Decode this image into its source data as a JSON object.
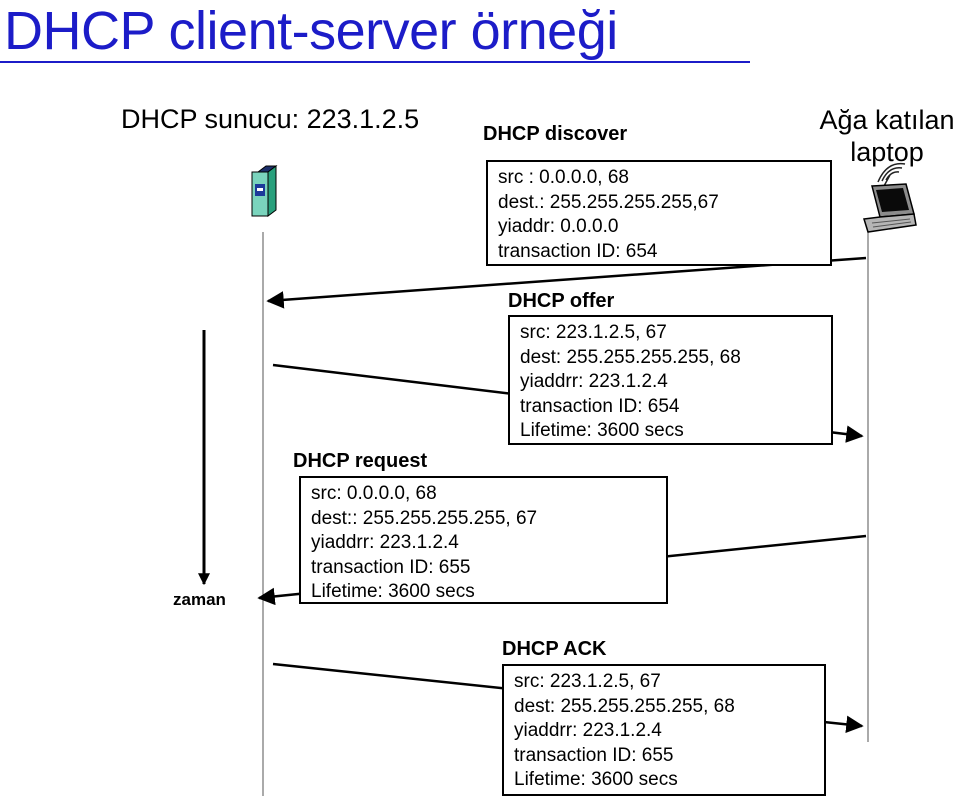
{
  "title": "DHCP client-server örneği",
  "server_label": "DHCP sunucu: 223.1.2.5",
  "client_label_line1": "Ağa katılan",
  "client_label_line2": "laptop",
  "time_label": "zaman",
  "messages": {
    "discover": {
      "title": "DHCP discover",
      "lines": [
        "src : 0.0.0.0, 68",
        "dest.: 255.255.255.255,67",
        "yiaddr:    0.0.0.0",
        "transaction ID: 654"
      ]
    },
    "offer": {
      "title": "DHCP offer",
      "lines": [
        "src: 223.1.2.5, 67",
        "dest:  255.255.255.255, 68",
        "yiaddrr: 223.1.2.4",
        "transaction ID: 654",
        "Lifetime: 3600 secs"
      ]
    },
    "request": {
      "title": "DHCP request",
      "lines": [
        "src:  0.0.0.0, 68",
        "dest::  255.255.255.255, 67",
        "yiaddrr: 223.1.2.4",
        "transaction ID: 655",
        "Lifetime: 3600 secs"
      ]
    },
    "ack": {
      "title": "DHCP ACK",
      "lines": [
        "src: 223.1.2.5, 67",
        "dest:  255.255.255.255, 68",
        "yiaddrr: 223.1.2.4",
        "transaction ID: 655",
        "Lifetime: 3600 secs"
      ]
    }
  }
}
